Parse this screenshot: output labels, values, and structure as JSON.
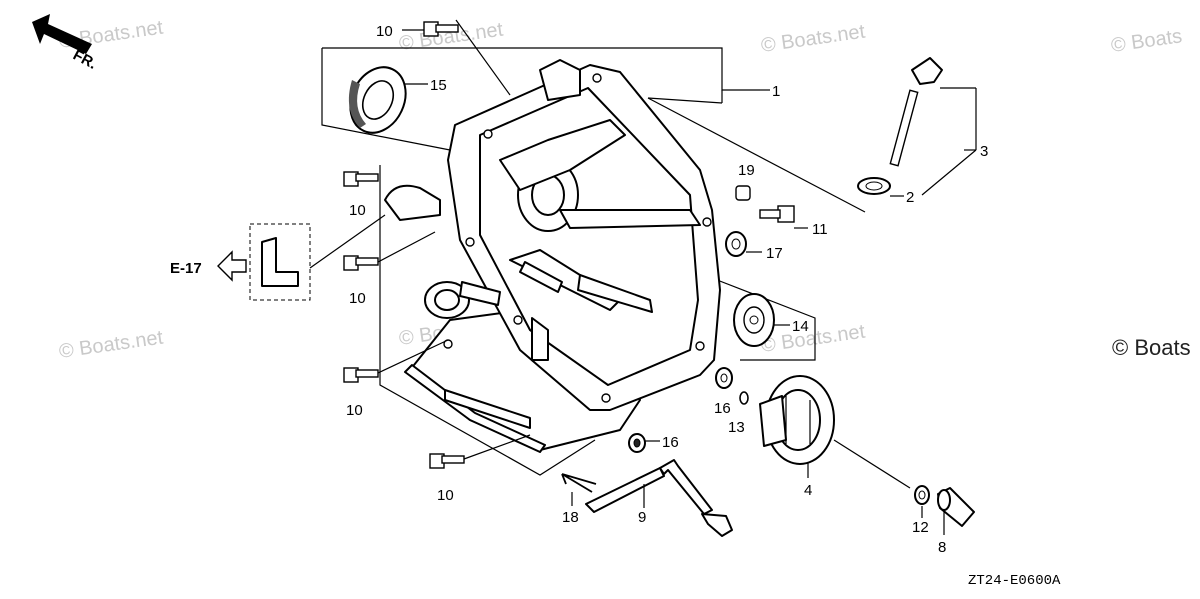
{
  "watermark": "© Boats.net",
  "watermark_partial": "© Boats",
  "fr_label": "FR.",
  "ref_label": "E-17",
  "diagram_code": "ZT24-E0600A",
  "callouts": {
    "c1": "1",
    "c2": "2",
    "c3": "3",
    "c4": "4",
    "c8": "8",
    "c9": "9",
    "c10a": "10",
    "c10b": "10",
    "c10c": "10",
    "c10d": "10",
    "c10e": "10",
    "c11": "11",
    "c12": "12",
    "c13": "13",
    "c14": "14",
    "c15": "15",
    "c16a": "16",
    "c16b": "16",
    "c17": "17",
    "c18": "18",
    "c19": "19"
  }
}
